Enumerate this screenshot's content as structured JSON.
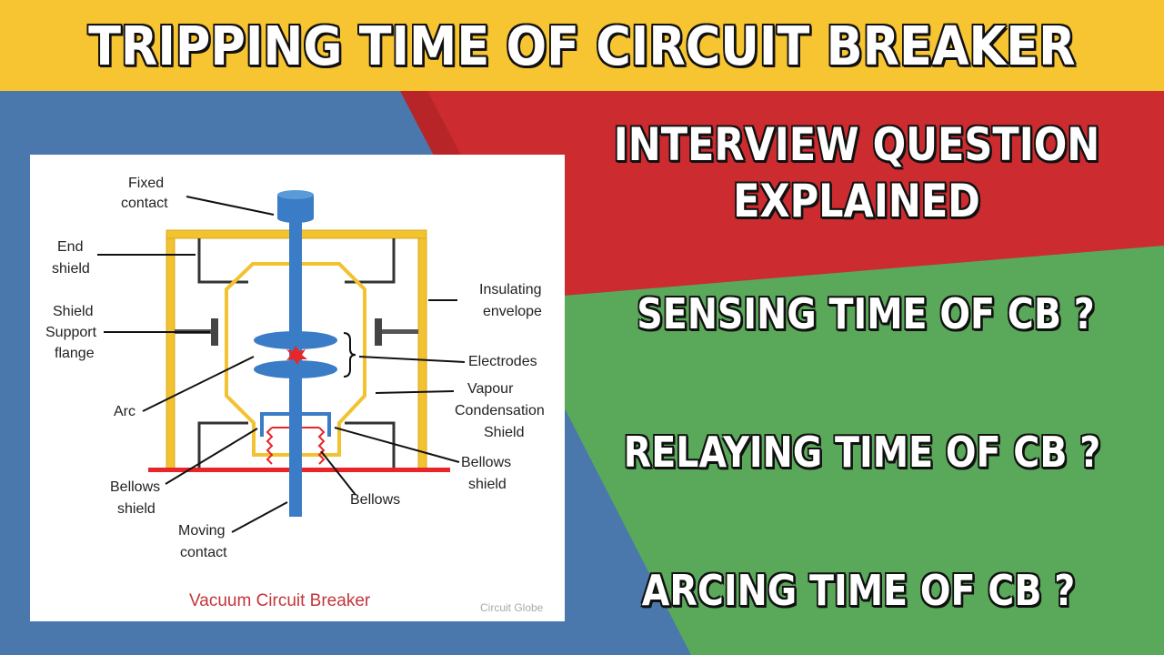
{
  "title": "TRIPPING TIME OF CIRCUIT BREAKER",
  "heading": {
    "line1": "INTERVIEW QUESTION",
    "line2": "EXPLAINED"
  },
  "questions": [
    "SENSING TIME OF CB ?",
    "RELAYING TIME OF CB ?",
    "ARCING TIME OF CB ?"
  ],
  "diagram": {
    "labels": {
      "fixed_contact_1": "Fixed",
      "fixed_contact_2": "contact",
      "end_shield_1": "End",
      "end_shield_2": "shield",
      "shield_support_1": "Shield",
      "shield_support_2": "Support",
      "shield_support_3": "flange",
      "arc": "Arc",
      "bellows_shield_left_1": "Bellows",
      "bellows_shield_left_2": "shield",
      "moving_contact_1": "Moving",
      "moving_contact_2": "contact",
      "insulating_envelope_1": "Insulating",
      "insulating_envelope_2": "envelope",
      "electrodes": "Electrodes",
      "vapour_1": "Vapour",
      "vapour_2": "Condensation",
      "vapour_3": "Shield",
      "bellows_shield_right_1": "Bellows",
      "bellows_shield_right_2": "shield",
      "bellows": "Bellows"
    },
    "caption": "Vacuum Circuit Breaker",
    "watermark": "Circuit Globe"
  },
  "colors": {
    "title_bar": "#f7c531",
    "background_blue": "#4a78ad",
    "background_red": "#cc2b2f",
    "background_green": "#5aa95a",
    "diagram_yellow": "#f2c230",
    "diagram_blue": "#3a7cc6",
    "diagram_red": "#e8262a",
    "caption_red": "#c4363a"
  }
}
